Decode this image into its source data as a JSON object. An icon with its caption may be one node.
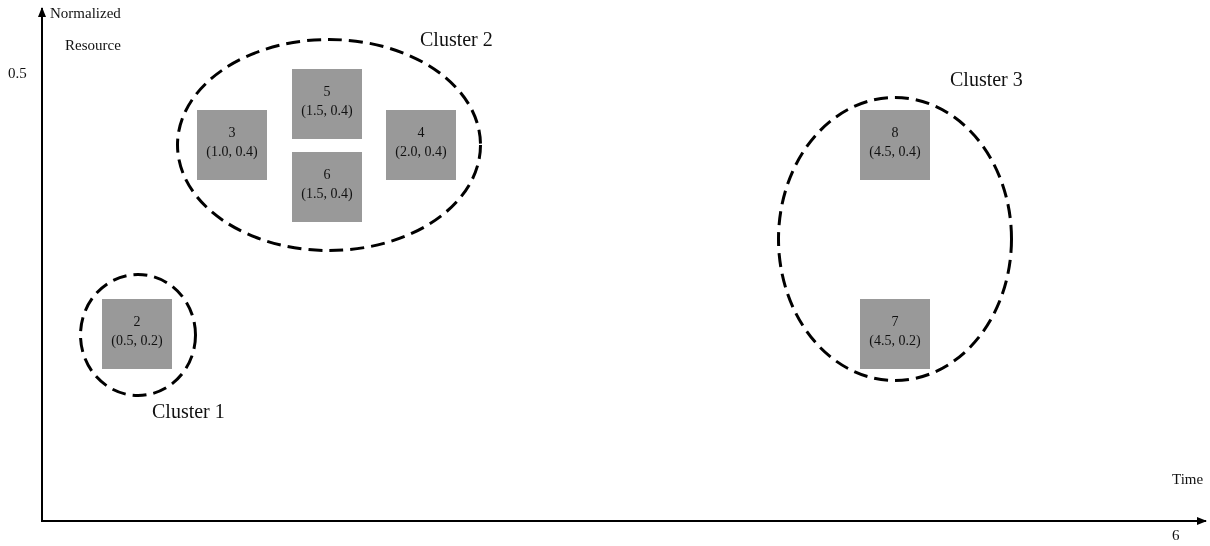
{
  "diagram": {
    "nodes": [
      {
        "text": [
          "Cluster 1"
        ]
      },
      {
        "text": [
          "2",
          "(0.5, 0.2)"
        ],
        "in": 0
      },
      {
        "text": [
          "Cluster 2"
        ]
      },
      {
        "text": [
          "3",
          "(1.0, 0.4)"
        ],
        "in": 2
      },
      {
        "text": [
          "5",
          "(1.5, 0.4)"
        ],
        "in": 2
      },
      {
        "text": [
          "6",
          "(1.5, 0.4)"
        ],
        "in": 2
      },
      {
        "text": [
          "4",
          "(2.0, 0.4)"
        ],
        "in": 2
      },
      {
        "text": [
          "Cluster 3"
        ]
      },
      {
        "text": [
          "8",
          "(4.5, 0.4)"
        ],
        "in": 7
      },
      {
        "text": [
          "7",
          "(4.5, 0.2)"
        ],
        "in": 7
      }
    ],
    "labels": [
      "Normalized",
      "Resource",
      "0.5",
      "Time",
      "6"
    ]
  }
}
